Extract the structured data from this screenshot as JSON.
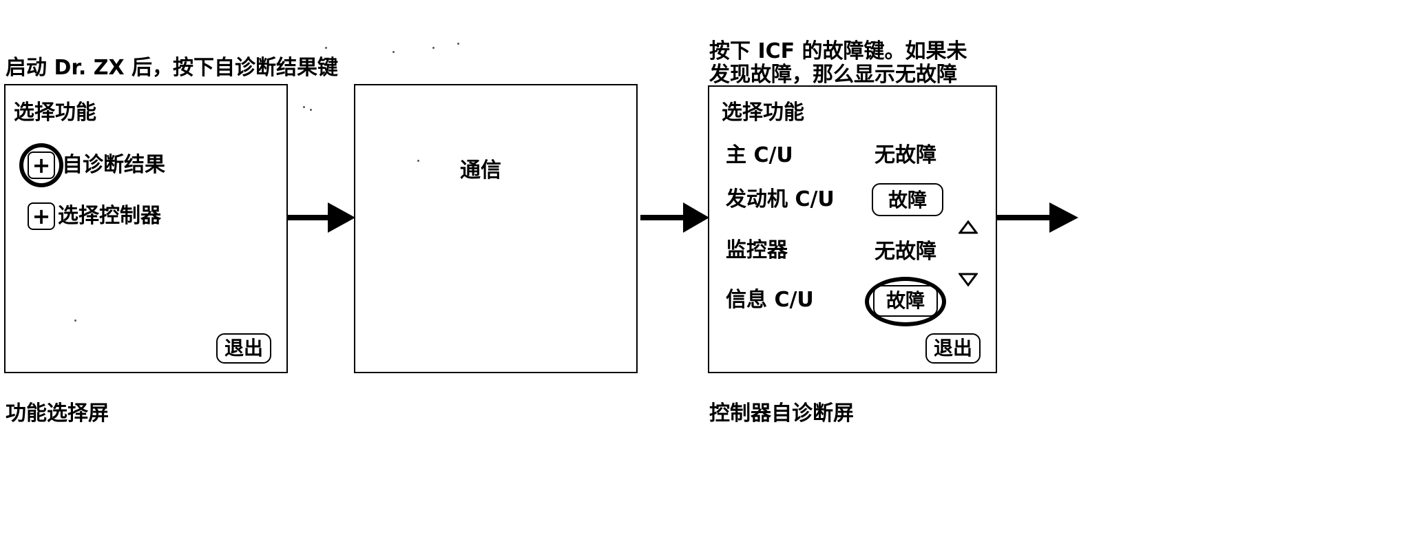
{
  "panel1": {
    "top_caption": "启动 Dr. ZX 后，按下自诊断结果键",
    "title": "选择功能",
    "item1_label": "自诊断结果",
    "item2_label": "选择控制器",
    "plus_symbol": "+",
    "exit_label": "退出",
    "bottom_caption": "功能选择屏"
  },
  "panel2": {
    "text": "通信"
  },
  "panel3": {
    "top_caption_line1": "按下 ICF 的故障键。如果未",
    "top_caption_line2": "发现故障，那么显示无故障",
    "title": "选择功能",
    "rows": [
      {
        "label": "主 C/U",
        "status": "无故障"
      },
      {
        "label": "发动机 C/U",
        "status": "故障"
      },
      {
        "label": "监控器",
        "status": "无故障"
      },
      {
        "label": "信息 C/U",
        "status": "故障"
      }
    ],
    "exit_label": "退出",
    "bottom_caption": "控制器自诊断屏"
  }
}
